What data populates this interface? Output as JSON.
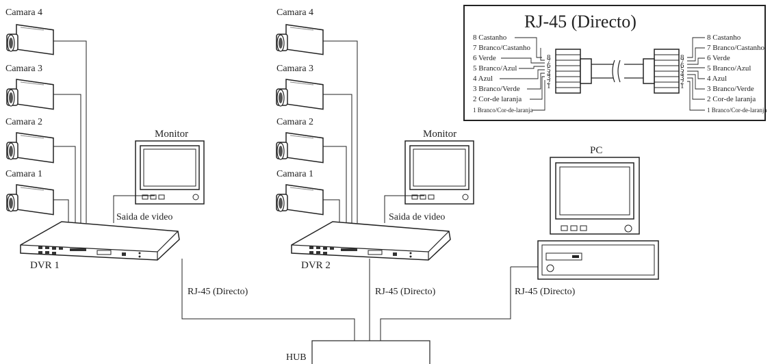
{
  "network1": {
    "cameras": [
      "Camara 4",
      "Camara 3",
      "Camara 2",
      "Camara 1"
    ],
    "monitor": "Monitor",
    "video_out": "Saida de video",
    "dvr": "DVR 1",
    "link": "RJ-45 (Directo)"
  },
  "network2": {
    "cameras": [
      "Camara 4",
      "Camara 3",
      "Camara 2",
      "Camara 1"
    ],
    "monitor": "Monitor",
    "video_out": "Saida de video",
    "dvr": "DVR 2",
    "link": "RJ-45 (Directo)"
  },
  "pc": {
    "label": "PC",
    "link": "RJ-45 (Directo)"
  },
  "hub": {
    "label": "HUB"
  },
  "rj45": {
    "title": "RJ-45 (Directo)",
    "pins_left": [
      "8 Castanho",
      "7 Branco/Castanho",
      "6 Verde",
      "5 Branco/Azul",
      "4 Azul",
      "3 Branco/Verde",
      "2 Cor-de laranja",
      "1 Branco/Cor-de-laranja"
    ],
    "pins_right": [
      "8 Castanho",
      "7 Branco/Castanho",
      "6 Verde",
      "5 Branco/Azul",
      "4 Azul",
      "3 Branco/Verde",
      "2 Cor-de laranja",
      "1 Branco/Cor-de-laranja"
    ],
    "pin_numbers": [
      "8",
      "7",
      "6",
      "5",
      "4",
      "3",
      "2",
      "1"
    ]
  }
}
